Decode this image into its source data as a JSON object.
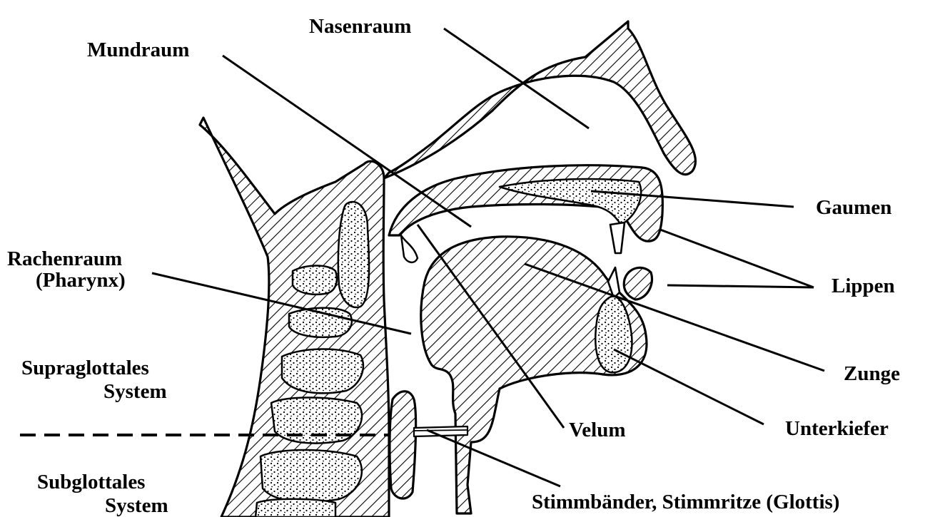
{
  "labels": {
    "nasenraum": "Nasenraum",
    "mundraum": "Mundraum",
    "gaumen": "Gaumen",
    "lippen": "Lippen",
    "rachenraum": "Rachenraum",
    "pharynx": "(Pharynx)",
    "zunge": "Zunge",
    "supraglottales_1": "Supraglottales",
    "supraglottales_2": "System",
    "unterkiefer": "Unterkiefer",
    "velum": "Velum",
    "subglottales_1": "Subglottales",
    "subglottales_2": "System",
    "stimmbaender": "Stimmbänder, Stimmritze (Glottis)"
  },
  "colors": {
    "ink": "#000000",
    "paper": "#ffffff"
  },
  "fills": {
    "tissue": "hatch",
    "bone": "stipple"
  }
}
